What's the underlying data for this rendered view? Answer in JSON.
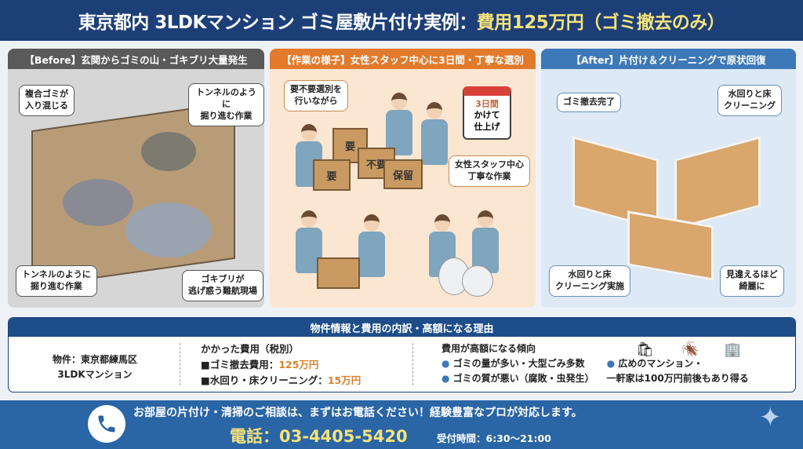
{
  "title": {
    "main": "東京都内 3LDKマンション ゴミ屋敷片付け実例：",
    "highlight": "費用125万円（ゴミ撤去のみ）"
  },
  "panels": [
    {
      "header": "【Before】玄関からゴミの山・ゴキブリ大量発生",
      "callouts": [
        "複合ゴミが\n入り混じる",
        "トンネルのように\n掘り進む作業",
        "トンネルのように\n掘り進む作業",
        "ゴキブリが\n逃げ惑う難航現場"
      ]
    },
    {
      "header": "【作業の様子】女性スタッフ中心に3日間・丁寧な選別",
      "callouts": [
        "要不要選別を\n行いながら",
        "女性スタッフ中心\n丁寧な作業"
      ],
      "calendar": {
        "days": "3日間",
        "line2": "かけて",
        "line3": "仕上げ"
      },
      "boxes": [
        "要",
        "不要",
        "保留",
        "要"
      ]
    },
    {
      "header": "【After】片付け＆クリーニングで原状回復",
      "callouts": [
        "ゴミ撤去完了",
        "水回りと床\nクリーニング",
        "水回りと床\nクリーニング実施",
        "見違えるほど\n綺麗に"
      ]
    }
  ],
  "info": {
    "header": "物件情報と費用の内訳・高額になる理由",
    "property": {
      "line1": "物件：東京都練馬区",
      "line2": "3LDKマンション"
    },
    "cost": {
      "heading": "かかった費用（税別）",
      "items": [
        {
          "label": "■ゴミ撤去費用：",
          "value": "125万円"
        },
        {
          "label": "■水回り・床クリーニング：",
          "value": "15万円"
        }
      ]
    },
    "reasons": {
      "heading": "費用が高額になる傾向",
      "items": [
        "ゴミの量が多い・大型ごみ多数",
        "ゴミの質が悪い（腐敗・虫発生）",
        "広めのマンション・"
      ],
      "note": "一軒家は100万円前後もあり得る"
    }
  },
  "footer": {
    "message": "お部屋の片付け・清掃のご相談は、まずはお電話ください！経験豊富なプロが対応します。",
    "phone": "電話：03-4405-5420",
    "hours": "受付時間：6:30〜21:00"
  },
  "colors": {
    "navy": "#1d3f78",
    "before": "#5a5a5a",
    "process": "#e27a2b",
    "after": "#3d79b8",
    "highlight": "#f5e27a",
    "cost": "#d9822b"
  }
}
